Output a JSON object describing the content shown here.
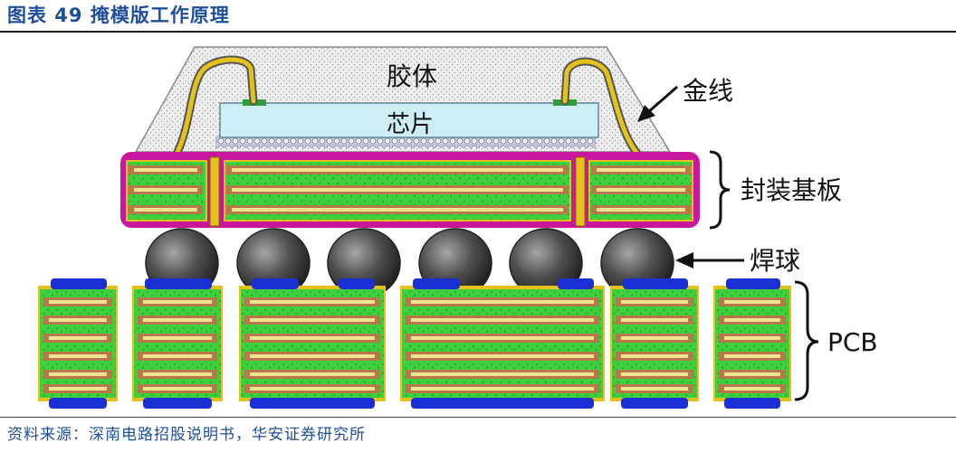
{
  "figure": {
    "title": "图表 49 掩模版工作原理",
    "source": "资料来源：深南电路招股说明书，华安证券研究所"
  },
  "diagram": {
    "labels": {
      "encapsulant": "胶体",
      "chip": "芯片",
      "gold_wire": "金线",
      "substrate": "封装基板",
      "solder_ball": "焊球",
      "pcb": "PCB"
    }
  },
  "colors": {
    "title_blue": "#1f4e9c",
    "encapsulant_gray": "#e9e9e9",
    "chip_cyan": "#cdeef6",
    "pad_green": "#2f9e3a",
    "wire_gold": "#e4c21a",
    "substrate_magenta": "#c8169f",
    "layer_green": "#3dcf3d",
    "copper_brown": "#b7784a",
    "trace_yellow": "#f4e48f",
    "pcb_blue": "#1a2fd4",
    "ball_gray": "#4a4a4a"
  }
}
